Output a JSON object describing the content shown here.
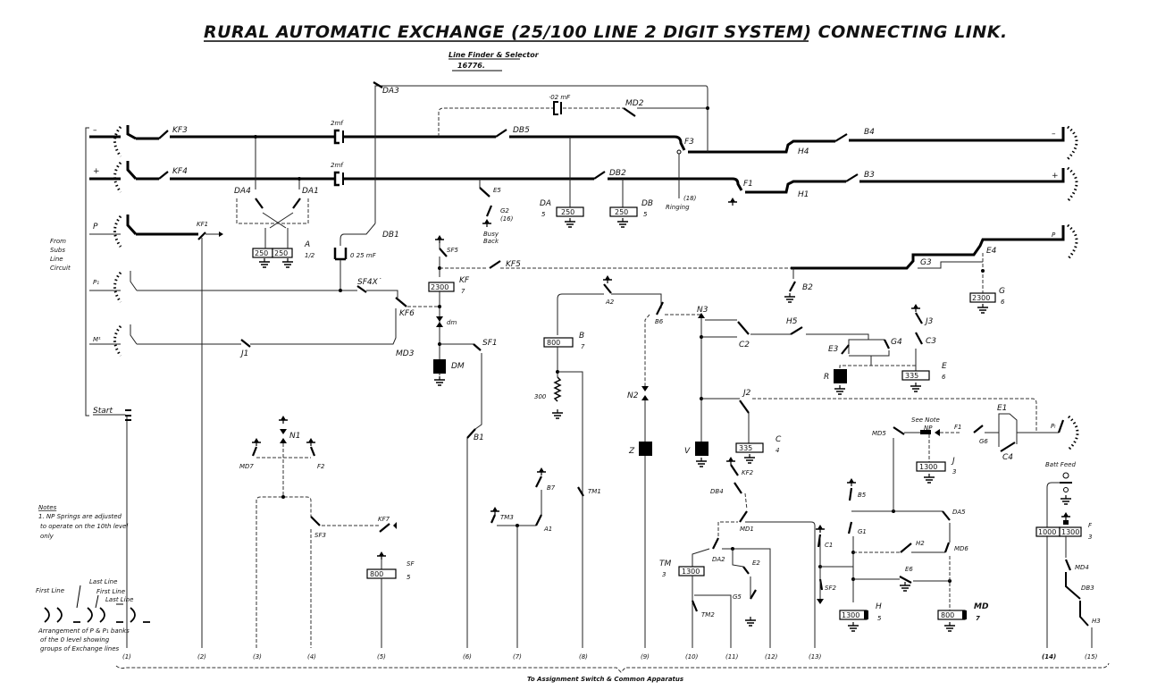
{
  "title": "RURAL AUTOMATIC EXCHANGE (25/100 LINE 2 DIGIT SYSTEM) CONNECTING LINK.",
  "subtitle": "Line Finder & Selector",
  "drawing_number": "16776.",
  "footer": "To Assignment Switch & Common Apparatus",
  "side_label": [
    "From",
    "Subs",
    "Line",
    "Circuit"
  ],
  "line_marks": {
    "neg": "–",
    "pos": "+",
    "p": "P",
    "p1": "P₁",
    "m": "M¹",
    "start": "Start",
    "pl": "Pₗ"
  },
  "capacitors": {
    "c1": "2mf",
    "c2": "2mf",
    "c3": "·02 mF",
    "c4": "0 25 mF"
  },
  "contacts": {
    "kf3": "KF3",
    "kf4": "KF4",
    "kf1": "KF1",
    "da4": "DA4",
    "da1": "DA1",
    "da3": "DA3",
    "db1": "DB1",
    "db5": "DB5",
    "db2": "DB2",
    "md2": "MD2",
    "e5": "E5",
    "g2": "G2",
    "g2n": "(16)",
    "f3": "F3",
    "f1": "F1",
    "h4": "H4",
    "h1": "H1",
    "b4": "B4",
    "b3": "B3",
    "sf5": "SF5",
    "kf5": "KF5",
    "sf4x": "SF4X˙",
    "kf6": "KF6",
    "md3": "MD3",
    "j1": "J1",
    "sf1": "SF1",
    "b1": "B1",
    "b2": "B2",
    "g3": "G3",
    "e4": "E4",
    "a2": "A2",
    "b6": "B6",
    "n3": "N3",
    "n2": "N2",
    "c2": "C2",
    "h5": "H5",
    "e3": "E3",
    "g4": "G4",
    "j3": "J3",
    "c3": "C3",
    "j2": "J2",
    "md5": "MD5",
    "np": "NP",
    "f1b": "F1",
    "g6": "G6",
    "e1": "E1",
    "c4": "C4",
    "n1": "N1",
    "md7": "MD7",
    "f2": "F2",
    "sf3": "SF3",
    "kf7": "KF7",
    "b7": "B7",
    "tm3": "TM3",
    "a1": "A1",
    "tm1": "TM1",
    "kf2": "KF2",
    "db4": "DB4",
    "md1": "MD1",
    "da2": "DA2",
    "e2": "E2",
    "g5": "G5",
    "tm2": "TM2",
    "c1": "C1",
    "sf2": "SF2",
    "b5": "B5",
    "g1": "G1",
    "da5": "DA5",
    "h2": "H2",
    "md6": "MD6",
    "e6": "E6",
    "md4": "MD4",
    "db3": "DB3",
    "h3": "H3"
  },
  "relays": {
    "a": {
      "name": "A",
      "div": "1/2",
      "r1": "250",
      "r2": "250"
    },
    "da": {
      "name": "DA",
      "div": "5",
      "r": "250"
    },
    "db": {
      "name": "DB",
      "div": "5",
      "r": "250"
    },
    "kf": {
      "name": "KF",
      "div": "7",
      "r": "2300"
    },
    "g": {
      "name": "G",
      "div": "6",
      "r": "2300"
    },
    "b": {
      "name": "B",
      "div": "7",
      "r": "800"
    },
    "e": {
      "name": "E",
      "div": "6",
      "r": "335"
    },
    "c": {
      "name": "C",
      "div": "4",
      "r": "335"
    },
    "j": {
      "name": "J",
      "div": "3",
      "r": "1300"
    },
    "sf": {
      "name": "SF",
      "div": "5",
      "r": "800"
    },
    "tm": {
      "name": "TM",
      "div": "3",
      "r": "1300"
    },
    "h": {
      "name": "H",
      "div": "5",
      "r": "1300"
    },
    "md": {
      "name": "MD",
      "div": "7",
      "r": "800"
    },
    "f": {
      "name": "F",
      "div": "3",
      "r1": "1000",
      "r2": "1300"
    }
  },
  "magnets": {
    "dm": "DM",
    "dm_rect": "dm",
    "z": "Z",
    "v": "V",
    "r": "R"
  },
  "misc": {
    "busy_back": [
      "Busy",
      "Back"
    ],
    "ringing": "Ringing",
    "ringing_n": "(18)",
    "res300": "300",
    "see_note": "See Note",
    "batt_feed": "Batt Feed"
  },
  "notes": {
    "heading": "Notes",
    "lines": [
      "1. NP Springs are adjusted",
      "to operate on the 10th level",
      "only"
    ],
    "bank": {
      "first_line": "First Line",
      "last_line": "Last Line",
      "first_line2": "First Line",
      "last_line2": "Last Line"
    },
    "caption": [
      "Arrangement of P & P₁ banks",
      "of the 0 level showing",
      "groups of Exchange lines"
    ]
  },
  "terminals": [
    "(1)",
    "(2)",
    "(3)",
    "(4)",
    "(5)",
    "(6)",
    "(7)",
    "(8)",
    "(9)",
    "(10)",
    "(11)",
    "(12)",
    "(13)",
    "(14)",
    "(15)"
  ]
}
